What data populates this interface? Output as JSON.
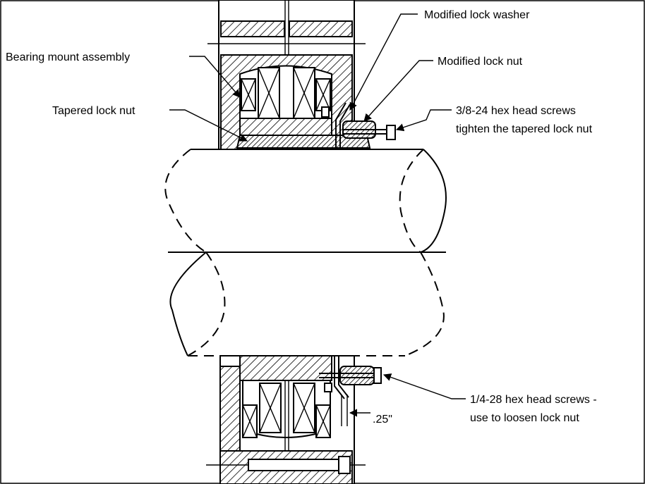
{
  "labels": {
    "modified_lock_washer": "Modified lock washer",
    "bearing_mount_assembly": "Bearing mount assembly",
    "modified_lock_nut": "Modified lock nut",
    "tapered_lock_nut": "Tapered lock nut",
    "hex_screws_tighten_line1": "3/8-24 hex head screws",
    "hex_screws_tighten_line2": "tighten the tapered lock nut",
    "hex_screws_loosen_line1": "1/4-28 hex head screws -",
    "hex_screws_loosen_line2": "use to loosen lock nut",
    "gap_dimension": ".25\""
  },
  "colors": {
    "line": "#000000",
    "background": "#ffffff"
  }
}
